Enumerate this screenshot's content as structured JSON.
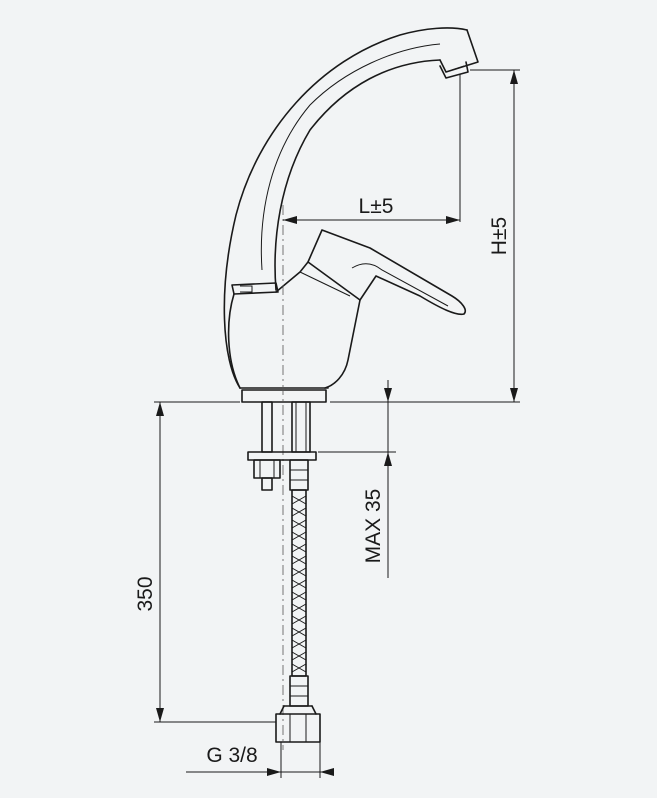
{
  "labels": {
    "length": "L±5",
    "height": "H±5",
    "max_thickness": "MAX 35",
    "hose_length": "350",
    "thread": "G 3/8"
  },
  "colors": {
    "background": "#f2f4f5",
    "line": "#1a1a1a"
  }
}
